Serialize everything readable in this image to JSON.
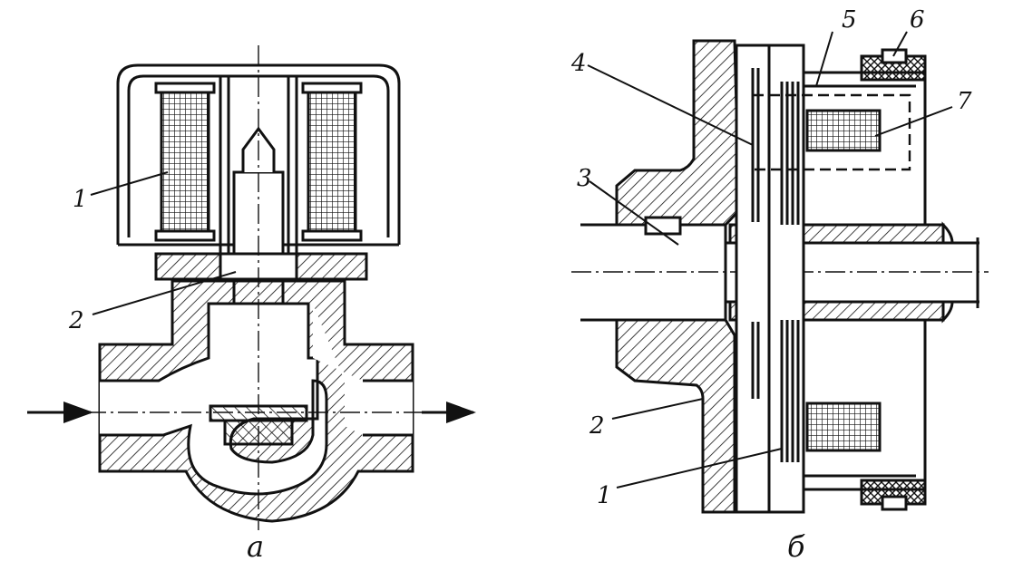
{
  "figures": [
    {
      "id": "a",
      "caption": "а",
      "callouts": [
        "1",
        "2"
      ]
    },
    {
      "id": "b",
      "caption": "б",
      "callouts": [
        "1",
        "2",
        "3",
        "4",
        "5",
        "6",
        "7"
      ]
    }
  ],
  "colors": {
    "ink": "#111111",
    "paper": "#ffffff"
  }
}
